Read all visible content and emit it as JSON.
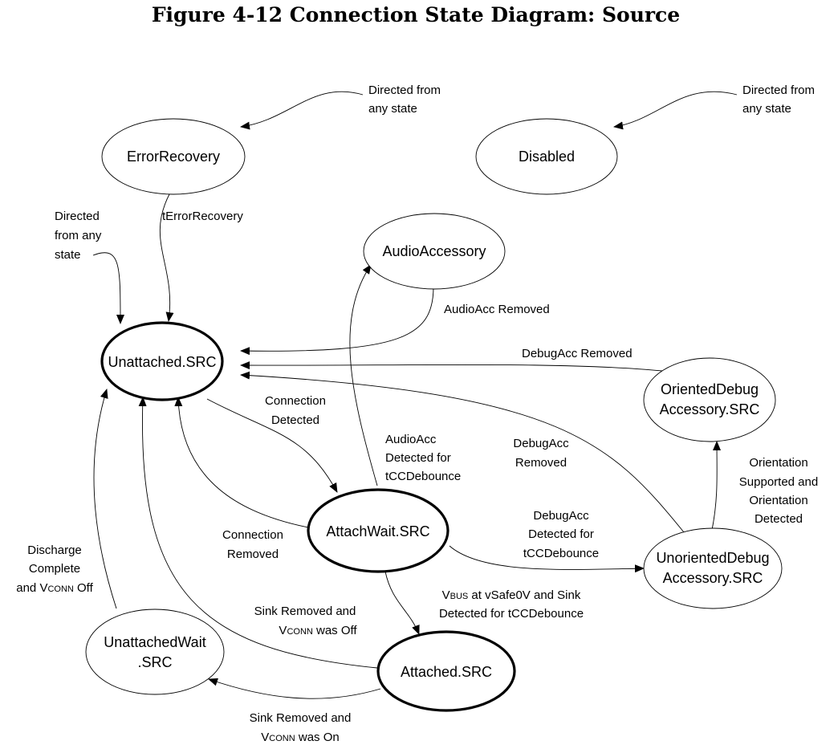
{
  "title": "Figure 4-12  Connection State Diagram: Source",
  "states": {
    "error_recovery": "ErrorRecovery",
    "disabled": "Disabled",
    "audio_accessory": "AudioAccessory",
    "unattached_src": "Unattached.SRC",
    "oriented_debug_1": "OrientedDebug",
    "oriented_debug_2": "Accessory.SRC",
    "attach_wait": "AttachWait.SRC",
    "unoriented_debug_1": "UnorientedDebug",
    "unoriented_debug_2": "Accessory.SRC",
    "unattached_wait_1": "UnattachedWait",
    "unattached_wait_2": ".SRC",
    "attached_src": "Attached.SRC"
  },
  "labels": {
    "directed_error_1": "Directed from",
    "directed_error_2": "any state",
    "directed_disabled_1": "Directed from",
    "directed_disabled_2": "any state",
    "directed_unattached_1": "Directed",
    "directed_unattached_2": "from any",
    "directed_unattached_3": "state",
    "t_error_recovery": "tErrorRecovery",
    "audioacc_removed": "AudioAcc Removed",
    "debugacc_removed_top": "DebugAcc Removed",
    "connection_detected_1": "Connection",
    "connection_detected_2": "Detected",
    "audioacc_detected_1": "AudioAcc",
    "audioacc_detected_2": "Detected for",
    "audioacc_detected_3": "tCCDebounce",
    "debugacc_removed_mid_1": "DebugAcc",
    "debugacc_removed_mid_2": "Removed",
    "orientation_1": "Orientation",
    "orientation_2": "Supported and",
    "orientation_3": "Orientation",
    "orientation_4": "Detected",
    "debugacc_detected_1": "DebugAcc",
    "debugacc_detected_2": "Detected for",
    "debugacc_detected_3": "tCCDebounce",
    "connection_removed_1": "Connection",
    "connection_removed_2": "Removed",
    "discharge_1": "Discharge",
    "discharge_2": "Complete",
    "discharge_3a": "and V",
    "discharge_3b": "CONN",
    "discharge_3c": " Off",
    "vbus_1a": "V",
    "vbus_1b": "BUS",
    "vbus_1c": " at vSafe0V and Sink",
    "vbus_2": "Detected for tCCDebounce",
    "sink_off_1": "Sink Removed and",
    "sink_off_2a": "V",
    "sink_off_2b": "CONN",
    "sink_off_2c": " was Off",
    "sink_on_1": "Sink Removed and",
    "sink_on_2a": "V",
    "sink_on_2b": "CONN",
    "sink_on_2c": " was On"
  }
}
